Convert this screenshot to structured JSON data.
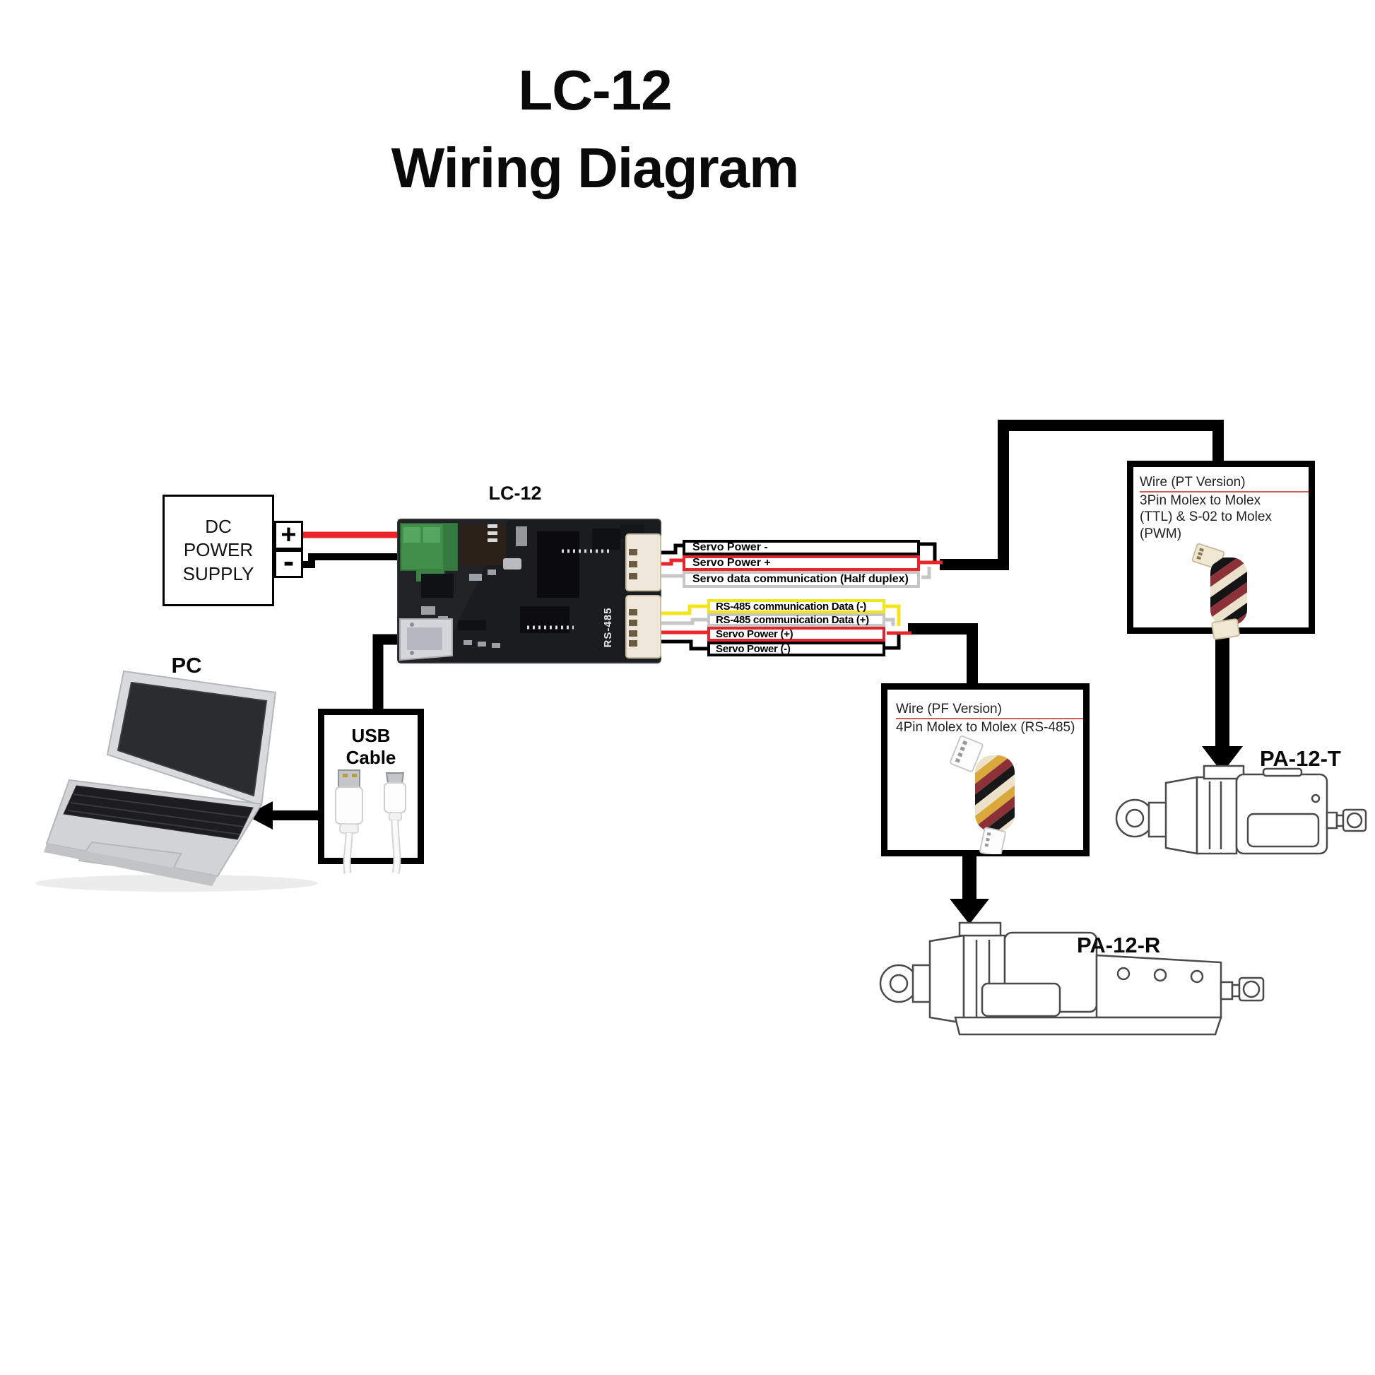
{
  "title": {
    "line1": "LC-12",
    "line2": "Wiring Diagram"
  },
  "dc_power_supply": {
    "line1": "DC",
    "line2": "POWER",
    "line3": "SUPPLY",
    "plus_label": "+",
    "minus_label": "-"
  },
  "controller_board": {
    "label": "LC-12",
    "silkscreen_rs485": "RS-485"
  },
  "pc": {
    "label": "PC"
  },
  "usb_cable_box": {
    "label": "USB Cable"
  },
  "ttl_wire_labels": [
    {
      "text": "Servo Power -",
      "border_color": "#000000"
    },
    {
      "text": "Servo Power +",
      "border_color": "#e8252b"
    },
    {
      "text": "Servo data communication (Half duplex)",
      "border_color": "#c6c6c6"
    }
  ],
  "rs485_wire_labels": [
    {
      "text": "RS-485 communication Data (-)",
      "border_color": "#f3e51c"
    },
    {
      "text": "RS-485 communication Data (+)",
      "border_color": "#c6c6c6"
    },
    {
      "text": "Servo Power (+)",
      "border_color": "#e1262d"
    },
    {
      "text": "Servo Power (-)",
      "border_color": "#000000"
    }
  ],
  "wire_pt_box": {
    "title": "Wire (PT Version)",
    "line1": "3Pin Molex to Molex",
    "line2": "(TTL) & S-02 to Molex (PWM)"
  },
  "wire_pf_box": {
    "title": "Wire (PF Version)",
    "line1": "4Pin Molex to Molex (RS-485)"
  },
  "actuator_pt": {
    "label": "PA-12-T"
  },
  "actuator_pf": {
    "label": "PA-12-R"
  },
  "colors": {
    "wire_red": "#e8252b",
    "wire_black": "#000000",
    "wire_yellow": "#f3e51c",
    "wire_silver": "#c6c6c6",
    "underline_red": "#cd6155"
  }
}
